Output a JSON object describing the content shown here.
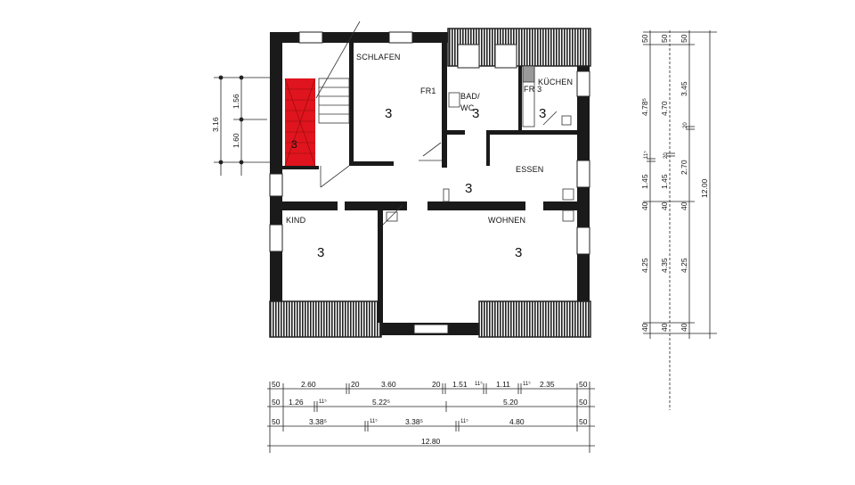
{
  "plan": {
    "colors": {
      "wall": "#1a1a1a",
      "highlight": "#e0141e",
      "paper": "#ffffff",
      "line": "#222222"
    },
    "rooms": [
      {
        "name": "SCHLAFEN",
        "number": "3",
        "extra": "FR1"
      },
      {
        "name": "BAD/ WC",
        "number": "3"
      },
      {
        "name": "KÜCHEN",
        "number": "3",
        "extra": "FR 3"
      },
      {
        "name": "ESSEN",
        "number": "3"
      },
      {
        "name": "KIND",
        "number": "3"
      },
      {
        "name": "WOHNEN",
        "number": "3"
      },
      {
        "name": "stair-highlighted",
        "number": "3"
      }
    ],
    "stair_dims": {
      "total": "3.16",
      "upper": "1.56",
      "lower": "1.60"
    },
    "bottom_dims": {
      "row1": [
        "50",
        "2.60",
        "20",
        "3.60",
        "20",
        "1.51",
        "11⁵",
        "1.11",
        "11⁵",
        "2.35",
        "50"
      ],
      "row2": [
        "50",
        "1.26",
        "11⁵",
        "5.22⁵",
        "5.20",
        "50"
      ],
      "row3": [
        "50",
        "3.38⁵",
        "11⁵",
        "3.38⁵",
        "11⁵",
        "4.80",
        "50"
      ],
      "row4": [
        "12.80"
      ]
    },
    "right_dims": {
      "col1": [
        "50",
        "4.78⁵",
        "11⁵",
        "1.45",
        "40",
        "4.25",
        "40"
      ],
      "col2": [
        "50",
        "4.70",
        "20",
        "1.45",
        "40",
        "4.35",
        "40"
      ],
      "col3": [
        "50",
        "3.45",
        "20",
        "2.70",
        "40",
        "4.25",
        "40"
      ],
      "col4": [
        "12.00"
      ]
    }
  }
}
